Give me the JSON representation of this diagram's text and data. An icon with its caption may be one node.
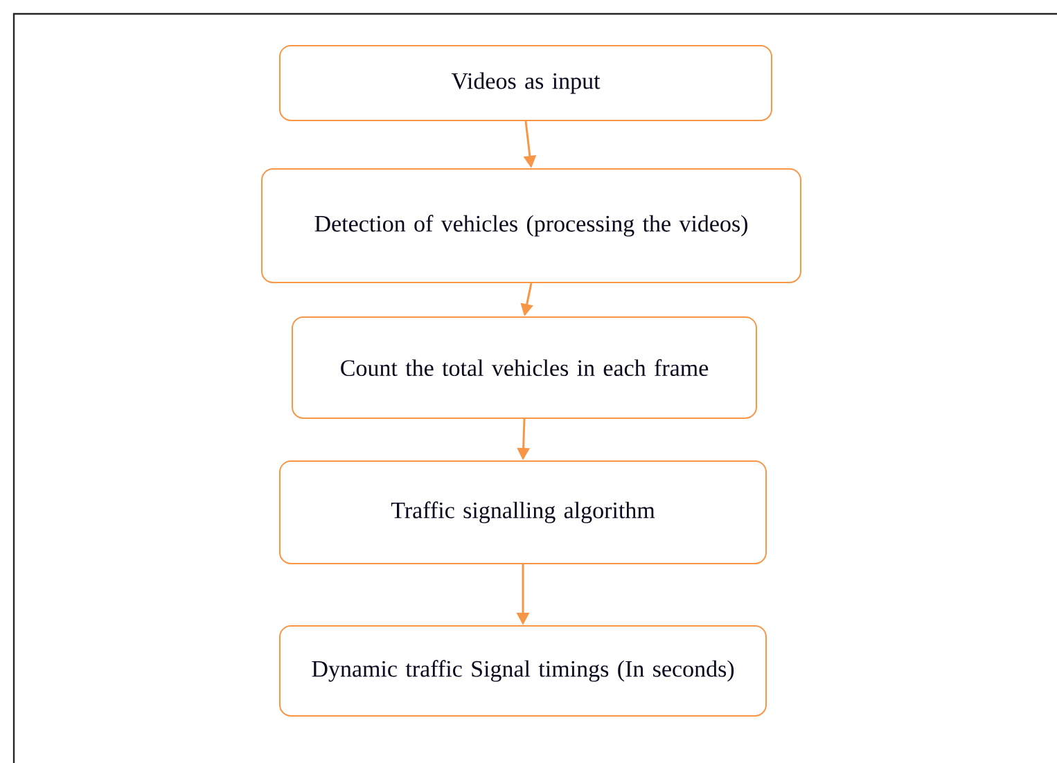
{
  "diagram": {
    "nodes": [
      {
        "text": [
          "Videos as input"
        ]
      },
      {
        "text": [
          "Detection of vehicles (processing the videos)"
        ]
      },
      {
        "text": [
          "Count the total vehicles in each frame"
        ]
      },
      {
        "text": [
          "Traffic signalling algorithm"
        ]
      },
      {
        "text": [
          "Dynamic traffic Signal timings (In seconds)"
        ]
      }
    ],
    "edges": [
      {
        "from": 0,
        "to": 1,
        "arrow": "to"
      },
      {
        "from": 1,
        "to": 2,
        "arrow": "to"
      },
      {
        "from": 2,
        "to": 3,
        "arrow": "to"
      },
      {
        "from": 3,
        "to": 4,
        "arrow": "to"
      }
    ]
  }
}
